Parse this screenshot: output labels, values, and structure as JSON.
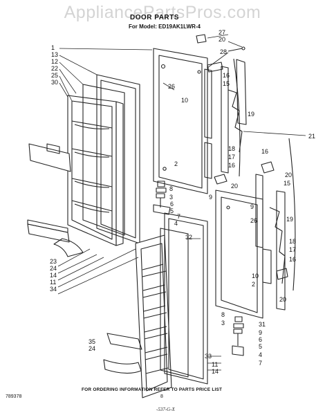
{
  "watermark": "AppliancePartsPros.com",
  "header": {
    "title": "DOOR PARTS",
    "model": "For Model: ED19AK1LWR-4"
  },
  "footer": {
    "note": "FOR ORDERING INFORMATION REFER TO PARTS PRICE LIST",
    "page": "8",
    "code": "-537-G-X",
    "ref": "789378"
  },
  "callouts": [
    {
      "t": "1"
    },
    {
      "t": "13"
    },
    {
      "t": "12"
    },
    {
      "t": "22"
    },
    {
      "t": "25"
    },
    {
      "t": "30"
    },
    {
      "t": "27"
    },
    {
      "t": "20"
    },
    {
      "t": "28"
    },
    {
      "t": "26"
    },
    {
      "t": "10"
    },
    {
      "t": "16"
    },
    {
      "t": "15"
    },
    {
      "t": "19"
    },
    {
      "t": "21"
    },
    {
      "t": "18"
    },
    {
      "t": "17"
    },
    {
      "t": "16"
    },
    {
      "t": "2"
    },
    {
      "t": "20"
    },
    {
      "t": "9"
    },
    {
      "t": "8"
    },
    {
      "t": "3"
    },
    {
      "t": "6"
    },
    {
      "t": "5"
    },
    {
      "t": "7"
    },
    {
      "t": "4"
    },
    {
      "t": "16"
    },
    {
      "t": "20"
    },
    {
      "t": "15"
    },
    {
      "t": "9"
    },
    {
      "t": "26"
    },
    {
      "t": "19"
    },
    {
      "t": "18"
    },
    {
      "t": "17"
    },
    {
      "t": "16"
    },
    {
      "t": "10"
    },
    {
      "t": "2"
    },
    {
      "t": "20"
    },
    {
      "t": "32"
    },
    {
      "t": "23"
    },
    {
      "t": "24"
    },
    {
      "t": "14"
    },
    {
      "t": "11"
    },
    {
      "t": "34"
    },
    {
      "t": "8"
    },
    {
      "t": "3"
    },
    {
      "t": "31"
    },
    {
      "t": "9"
    },
    {
      "t": "6"
    },
    {
      "t": "5"
    },
    {
      "t": "4"
    },
    {
      "t": "7"
    },
    {
      "t": "35"
    },
    {
      "t": "24"
    },
    {
      "t": "33"
    },
    {
      "t": "11"
    },
    {
      "t": "14"
    }
  ]
}
